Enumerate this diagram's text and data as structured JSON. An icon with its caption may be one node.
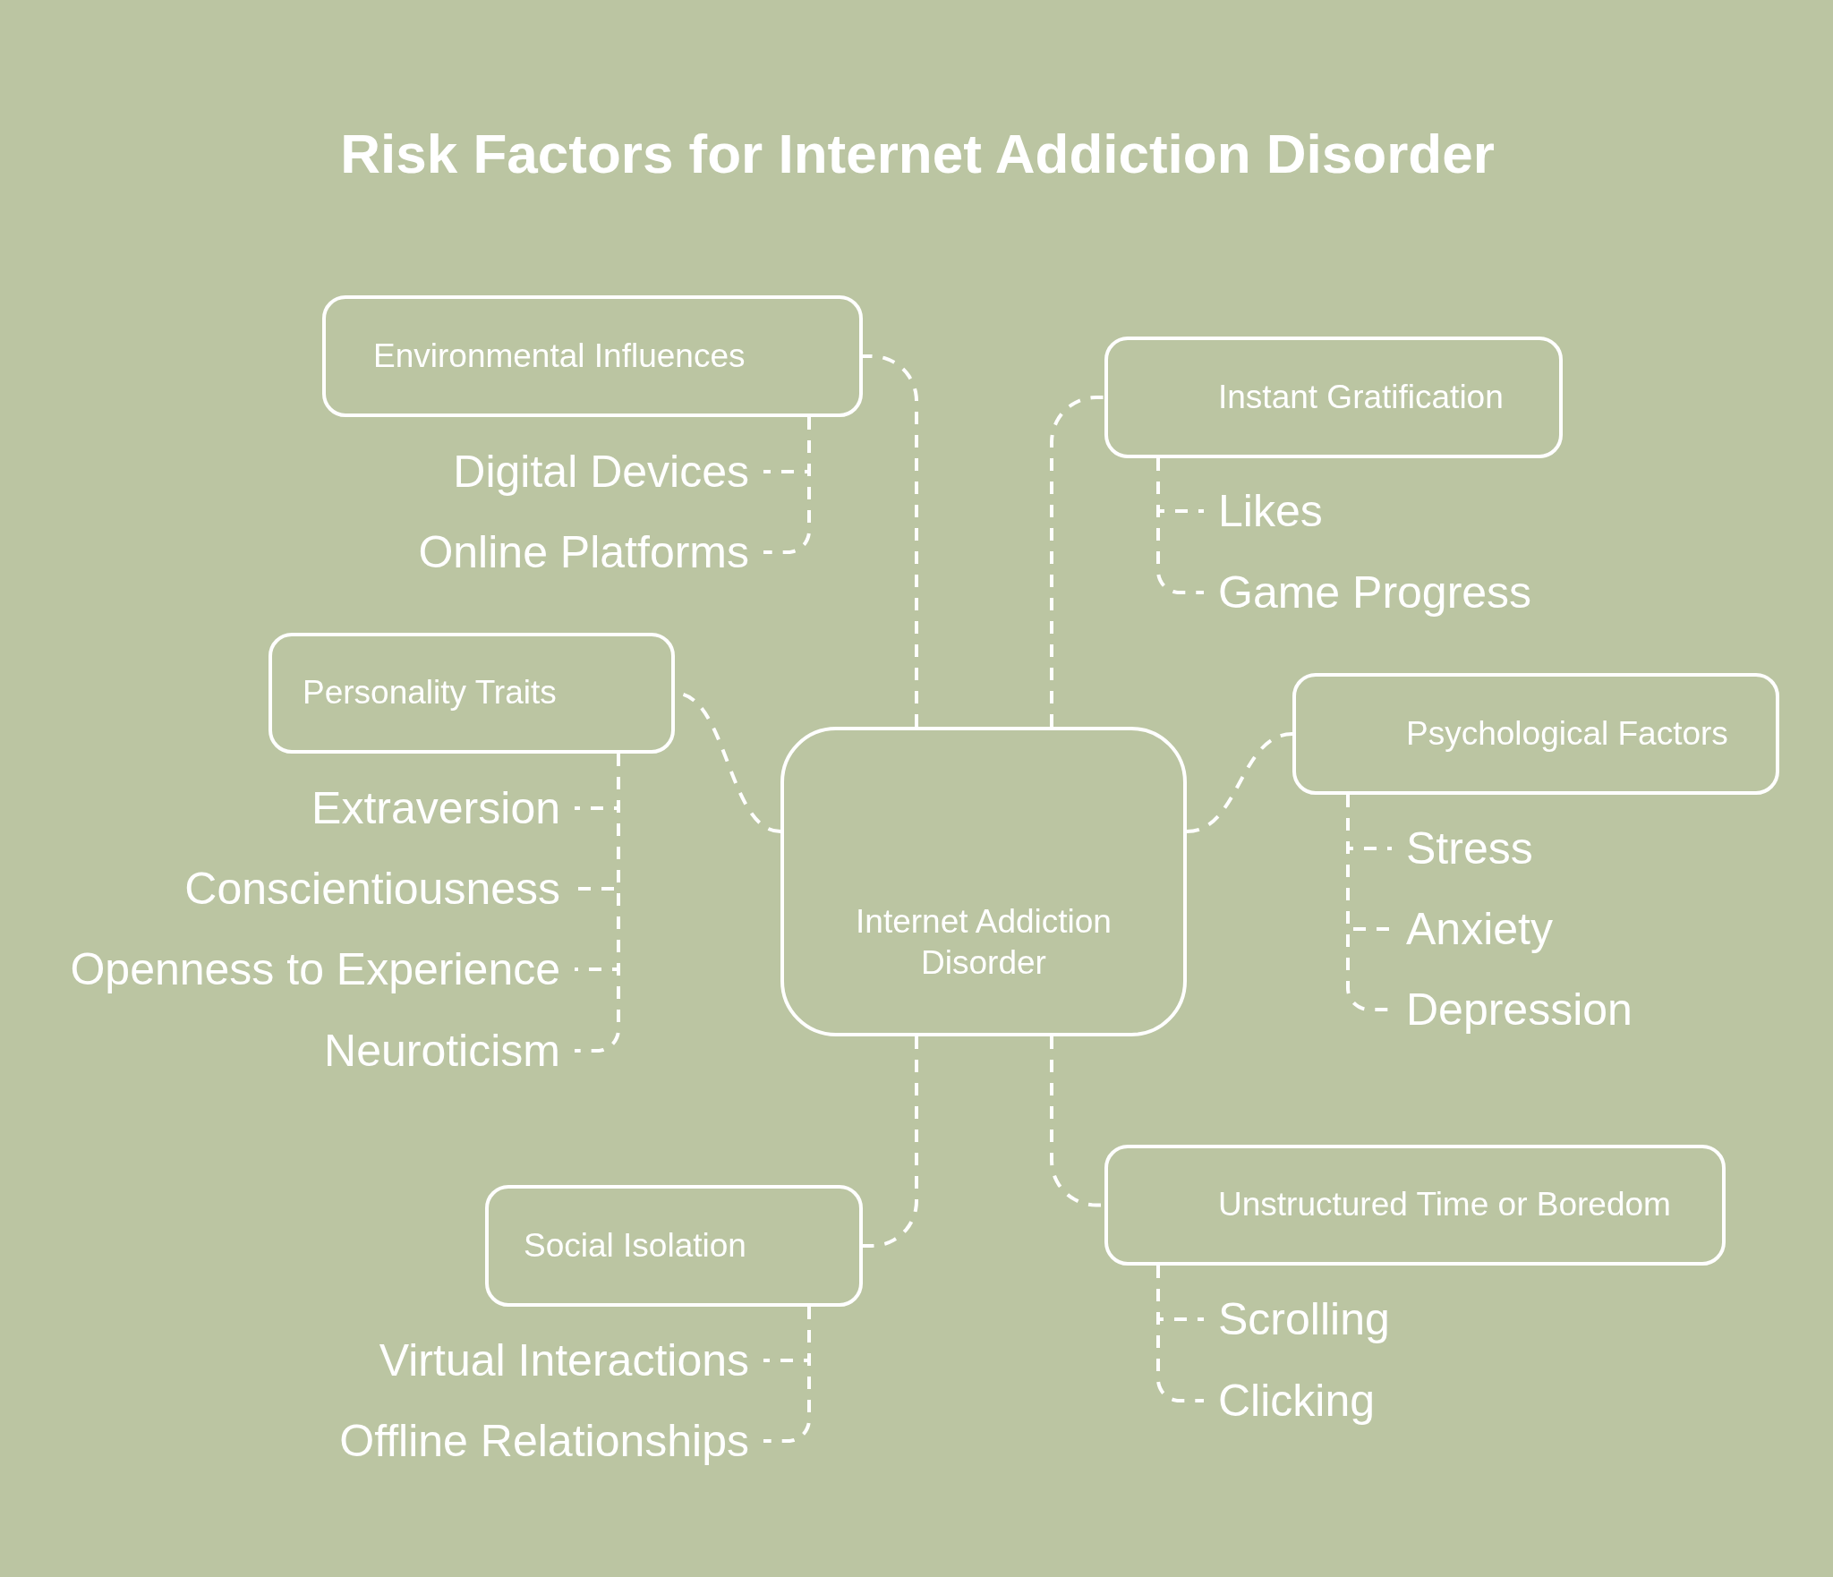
{
  "diagram": {
    "title": "Risk Factors for Internet Addiction Disorder",
    "nodes": [
      {
        "text": [
          "Internet Addiction Disorder"
        ]
      },
      {
        "text": [
          "Environmental Influences"
        ]
      },
      {
        "text": [
          "Digital Devices"
        ]
      },
      {
        "text": [
          "Online Platforms"
        ]
      },
      {
        "text": [
          "Instant Gratification"
        ]
      },
      {
        "text": [
          "Likes"
        ]
      },
      {
        "text": [
          "Game Progress"
        ]
      },
      {
        "text": [
          "Personality Traits"
        ]
      },
      {
        "text": [
          "Extraversion"
        ]
      },
      {
        "text": [
          "Conscientiousness"
        ]
      },
      {
        "text": [
          "Openness to Experience"
        ]
      },
      {
        "text": [
          "Neuroticism"
        ]
      },
      {
        "text": [
          "Psychological Factors"
        ]
      },
      {
        "text": [
          "Stress"
        ]
      },
      {
        "text": [
          "Anxiety"
        ]
      },
      {
        "text": [
          "Depression"
        ]
      },
      {
        "text": [
          "Social Isolation"
        ]
      },
      {
        "text": [
          "Virtual Interactions"
        ]
      },
      {
        "text": [
          "Offline Relationships"
        ]
      },
      {
        "text": [
          "Unstructured Time or Boredom"
        ]
      },
      {
        "text": [
          "Scrolling"
        ]
      },
      {
        "text": [
          "Clicking"
        ]
      }
    ],
    "edges": [
      {
        "from": 0,
        "to": 1,
        "arrow": "none",
        "style": "dashed"
      },
      {
        "from": 1,
        "to": 2,
        "arrow": "none",
        "style": "dashed"
      },
      {
        "from": 1,
        "to": 3,
        "arrow": "none",
        "style": "dashed"
      },
      {
        "from": 0,
        "to": 4,
        "arrow": "none",
        "style": "dashed"
      },
      {
        "from": 4,
        "to": 5,
        "arrow": "none",
        "style": "dashed"
      },
      {
        "from": 4,
        "to": 6,
        "arrow": "none",
        "style": "dashed"
      },
      {
        "from": 0,
        "to": 7,
        "arrow": "none",
        "style": "dashed"
      },
      {
        "from": 7,
        "to": 8,
        "arrow": "none",
        "style": "dashed"
      },
      {
        "from": 7,
        "to": 9,
        "arrow": "none",
        "style": "dashed"
      },
      {
        "from": 7,
        "to": 10,
        "arrow": "none",
        "style": "dashed"
      },
      {
        "from": 7,
        "to": 11,
        "arrow": "none",
        "style": "dashed"
      },
      {
        "from": 0,
        "to": 12,
        "arrow": "none",
        "style": "dashed"
      },
      {
        "from": 12,
        "to": 13,
        "arrow": "none",
        "style": "dashed"
      },
      {
        "from": 12,
        "to": 14,
        "arrow": "none",
        "style": "dashed"
      },
      {
        "from": 12,
        "to": 15,
        "arrow": "none",
        "style": "dashed"
      },
      {
        "from": 0,
        "to": 16,
        "arrow": "none",
        "style": "dashed"
      },
      {
        "from": 16,
        "to": 17,
        "arrow": "none",
        "style": "dashed"
      },
      {
        "from": 16,
        "to": 18,
        "arrow": "none",
        "style": "dashed"
      },
      {
        "from": 0,
        "to": 19,
        "arrow": "none",
        "style": "dashed"
      },
      {
        "from": 19,
        "to": 20,
        "arrow": "none",
        "style": "dashed"
      },
      {
        "from": 19,
        "to": 21,
        "arrow": "none",
        "style": "dashed"
      }
    ]
  }
}
